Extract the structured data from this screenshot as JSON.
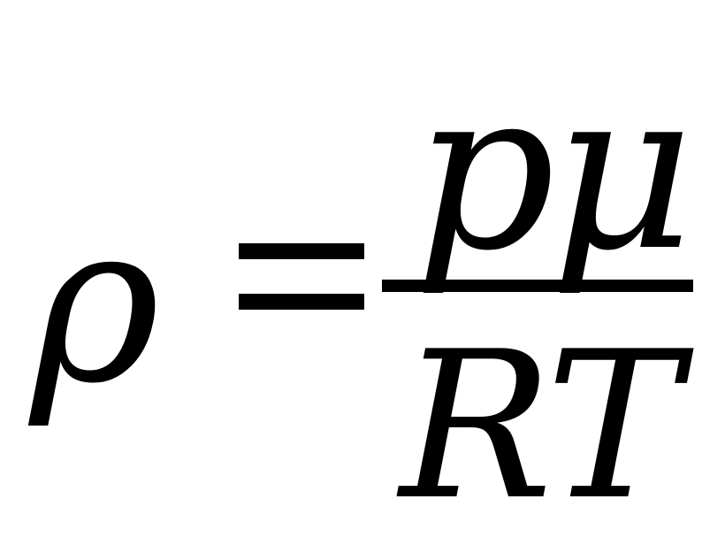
{
  "formula": {
    "lhs": "ρ",
    "numerator": "pμ",
    "denominator": "RT"
  }
}
